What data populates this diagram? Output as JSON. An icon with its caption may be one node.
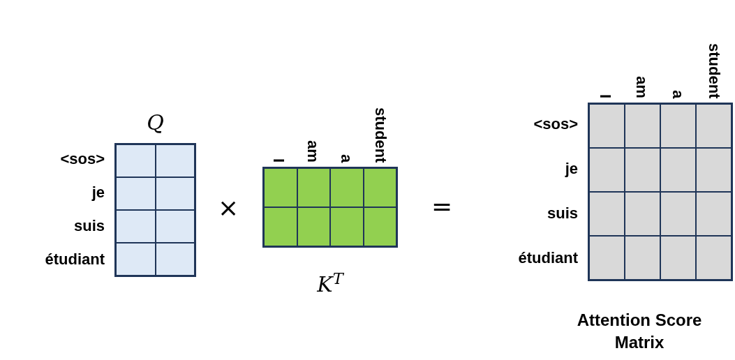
{
  "diagram": {
    "nodes": [
      {
        "text": [
          "Q"
        ],
        "beside": [
          "<sos>",
          "je",
          "suis",
          "étudiant"
        ]
      },
      {
        "text": [
          "K$^{T}$"
        ],
        "beside": [
          "I",
          "am",
          "a",
          "student"
        ]
      },
      {
        "text": [
          "Attention Score Matrix"
        ],
        "beside": [
          "I",
          "am",
          "a",
          "student",
          "<sos>",
          "je",
          "suis",
          "étudiant"
        ]
      }
    ],
    "labels": [
      "×",
      "="
    ]
  }
}
